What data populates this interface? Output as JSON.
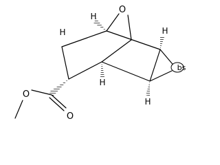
{
  "structure": {
    "bridge_oxygen": "O",
    "epoxide_label": "bs",
    "ester_carbonyl_oxygen": "O",
    "ester_ether_oxygen": "O",
    "stereo_h": [
      "H",
      "H",
      "H",
      "H",
      "H"
    ]
  }
}
